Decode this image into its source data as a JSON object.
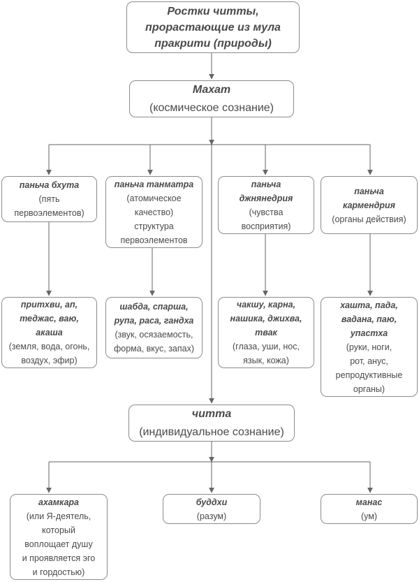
{
  "title": {
    "line1": "Ростки читты,",
    "line2": "прорастающие из мула",
    "line3": "пракрити (природы)"
  },
  "mahat": {
    "name": "Махат",
    "desc": "(космическое сознание)"
  },
  "categories": [
    {
      "name": "паньча бхута",
      "desc1": "(пять",
      "desc2": "первоэлементов)"
    },
    {
      "name": "паньча танматра",
      "desc1": "(атомическое",
      "desc2": "качество)",
      "desc3": "структура",
      "desc4": "первоэлементов"
    },
    {
      "name1": "паньча",
      "name2": "джнянедрия",
      "desc1": "(чувства",
      "desc2": "восприятия)"
    },
    {
      "name1": "паньча",
      "name2": "кармендрия",
      "desc1": "(органы действия)"
    }
  ],
  "details": [
    {
      "l1": "притхви, ап,",
      "l2": "теджас, ваю,",
      "l3": "акаша",
      "l4": "(земля, вода, огонь,",
      "l5": "воздух, эфир)"
    },
    {
      "l1": "шабда, спарша,",
      "l2": "рупа, раса, гандха",
      "l3": "(звук, осязаемость,",
      "l4": "форма, вкус, запах)"
    },
    {
      "l1": "чакшу, карна,",
      "l2": "нашика, джихва,",
      "l3": "твак",
      "l4": "(глаза, уши, нос,",
      "l5": "язык, кожа)"
    },
    {
      "l1": "хашта, пада,",
      "l2": "вадана, паю,",
      "l3": "упастха",
      "l4": "(руки, ноги,",
      "l5": "рот, анус,",
      "l6": "репродуктивные",
      "l7": "органы)"
    }
  ],
  "chitta": {
    "name": "читта",
    "desc": "(индивидуальное сознание)"
  },
  "bottom": [
    {
      "name": "ахамкара",
      "d1": "(или Я-деятель,",
      "d2": "который",
      "d3": "воплощает душу",
      "d4": "и проявляется эго",
      "d5": "и гордостью)"
    },
    {
      "name": "буддхи",
      "d1": "(разум)"
    },
    {
      "name": "манас",
      "d1": "(ум)"
    }
  ]
}
